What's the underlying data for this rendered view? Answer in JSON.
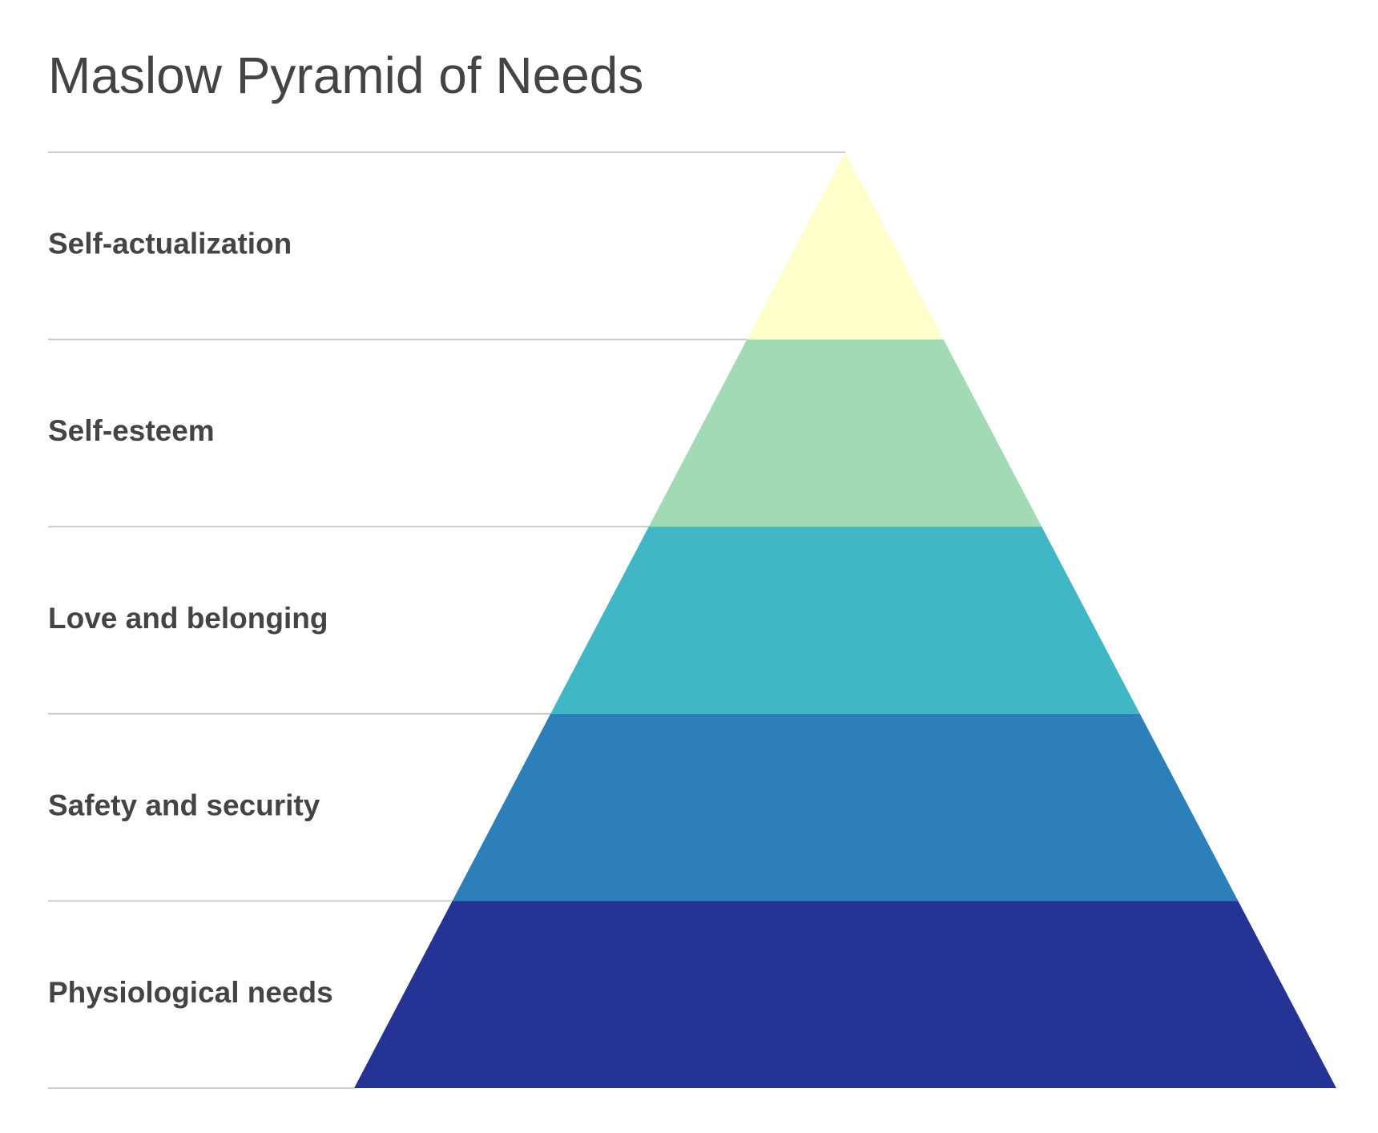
{
  "title": "Maslow Pyramid of Needs",
  "chart_data": {
    "type": "pyramid",
    "order": "top-to-bottom",
    "levels": [
      {
        "label": "Self-actualization",
        "color": "#ffffcc"
      },
      {
        "label": "Self-esteem",
        "color": "#a1dab4"
      },
      {
        "label": "Love and belonging",
        "color": "#41b6c4"
      },
      {
        "label": "Safety and security",
        "color": "#2c7fb8"
      },
      {
        "label": "Physiological needs",
        "color": "#253494"
      }
    ],
    "line_color": "#cccccc",
    "text_color": "#444444"
  }
}
